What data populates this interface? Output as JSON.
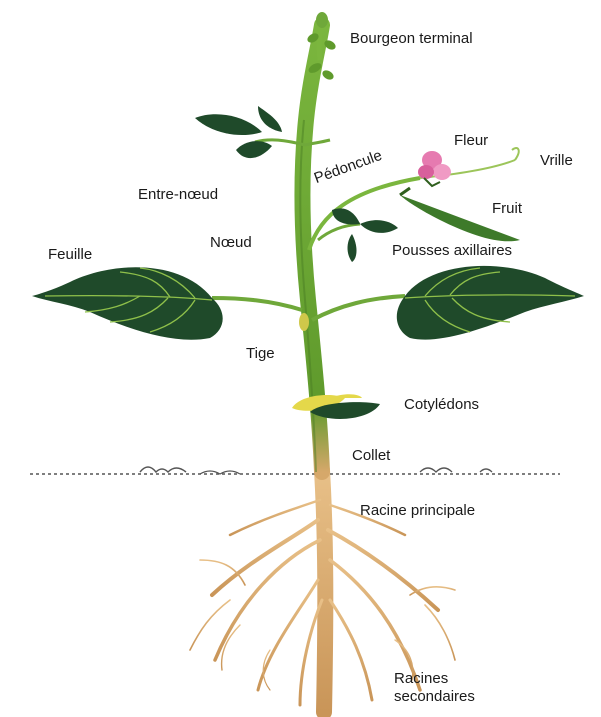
{
  "labels": {
    "bourgeon": "Bourgeon terminal",
    "fleur": "Fleur",
    "vrille": "Vrille",
    "pedoncule": "Pédoncule",
    "entre_noeud": "Entre-nœud",
    "fruit": "Fruit",
    "noeud": "Nœud",
    "pousses": "Pousses axillaires",
    "feuille": "Feuille",
    "tige": "Tige",
    "cotyledons": "Cotylédons",
    "collet": "Collet",
    "racine_principale": "Racine principale",
    "racines_secondaires_1": "Racines",
    "racines_secondaires_2": "secondaires"
  },
  "colors": {
    "stem": "#6fa83a",
    "stem_dark": "#4a7d24",
    "leaf": "#1f4a2a",
    "leaf_vein": "#8fc04a",
    "root": "#d6a86a",
    "root_light": "#ecc890",
    "flower": "#e67ab0",
    "cotyledon": "#e4d84a",
    "soil": "#555555"
  }
}
